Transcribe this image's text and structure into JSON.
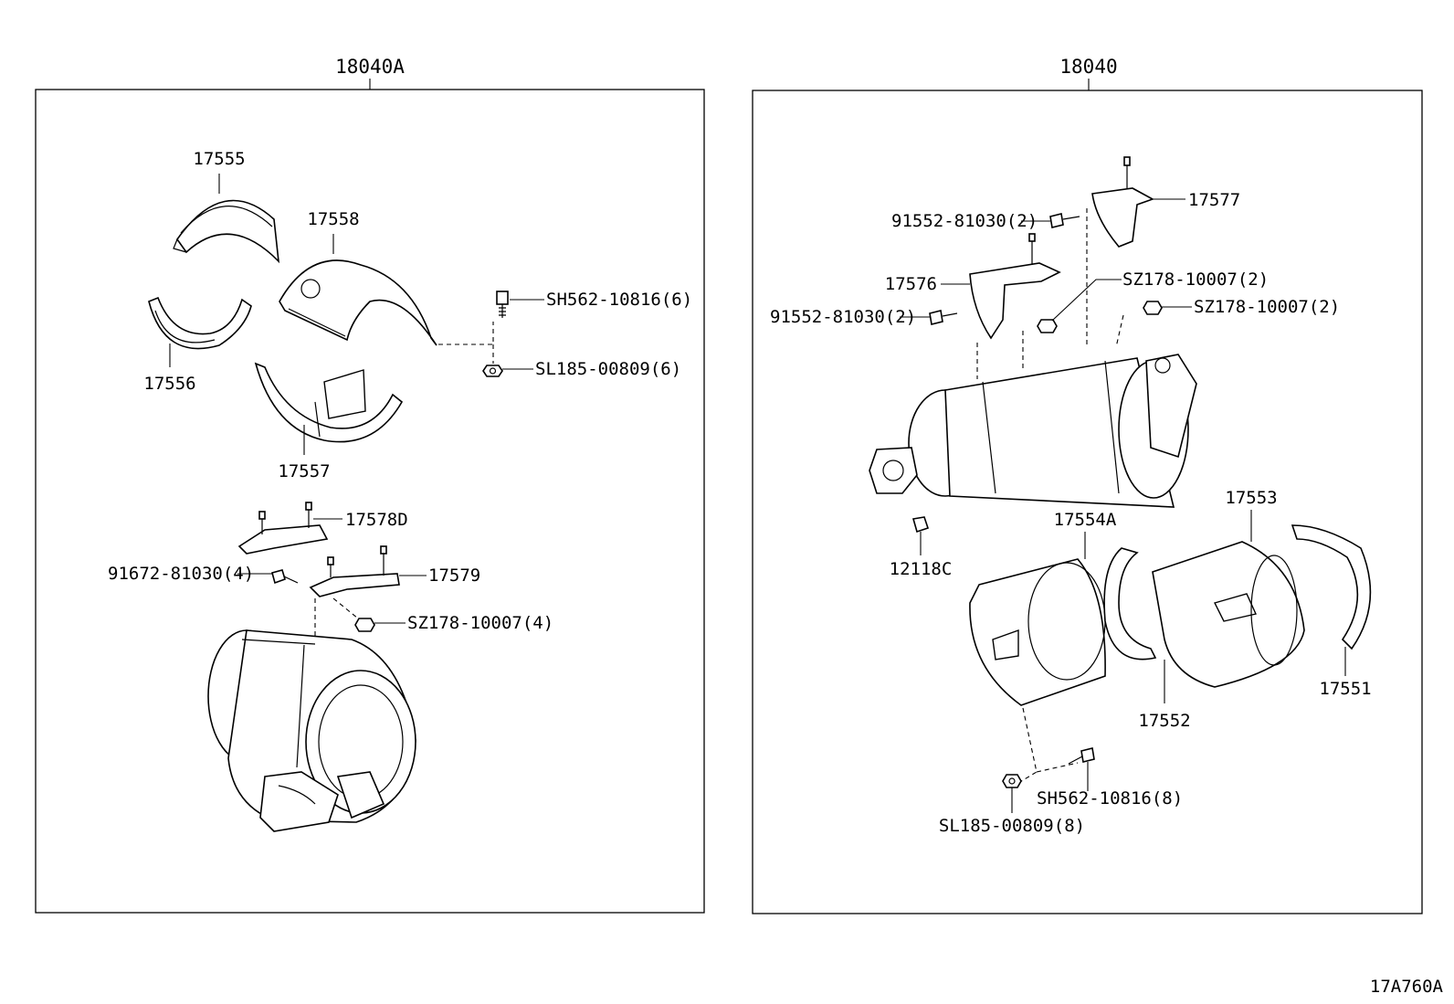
{
  "diagram_code": "17A760A",
  "assemblies": [
    {
      "number": "18040A",
      "parts": {
        "p17555": "17555",
        "p17558": "17558",
        "p17556": "17556",
        "p17557": "17557",
        "bolt": "SH562-10816(6)",
        "nut": "SL185-00809(6)",
        "p17578D": "17578D",
        "p91672": "91672-81030(4)",
        "p17579": "17579",
        "sz": "SZ178-10007(4)"
      }
    },
    {
      "number": "18040",
      "parts": {
        "p91552a": "91552-81030(2)",
        "p17577": "17577",
        "p17576": "17576",
        "sz_a": "SZ178-10007(2)",
        "p91552b": "91552-81030(2)",
        "sz_b": "SZ178-10007(2)",
        "p17554A": "17554A",
        "p17553": "17553",
        "p12118C": "12118C",
        "p17552": "17552",
        "p17551": "17551",
        "bolt": "SH562-10816(8)",
        "nut": "SL185-00809(8)"
      }
    }
  ]
}
